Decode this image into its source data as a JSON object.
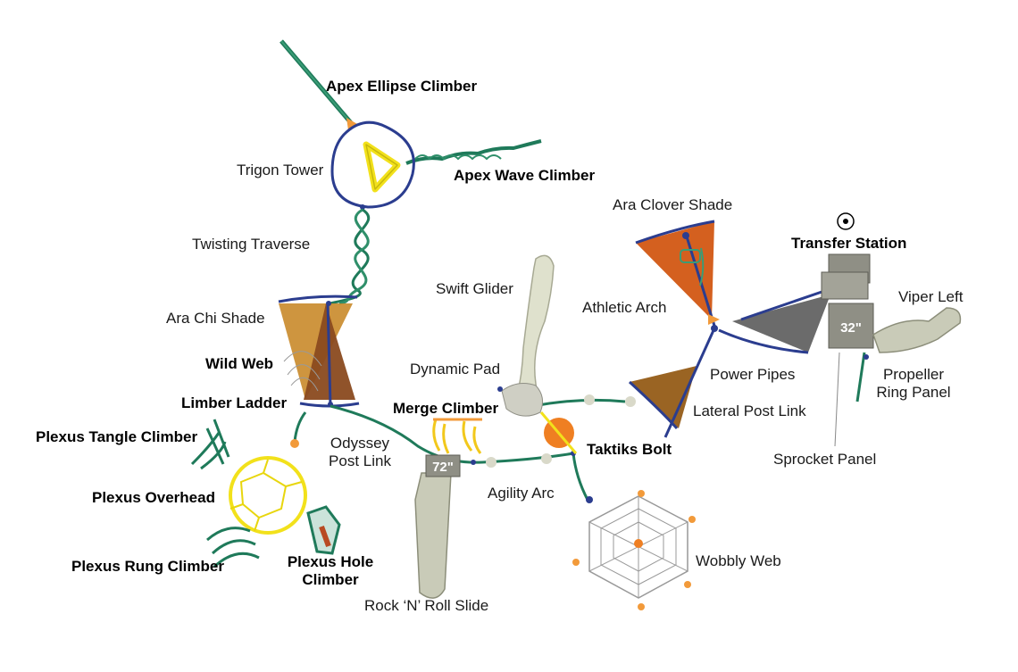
{
  "labels": {
    "apex_ellipse_climber": "Apex Ellipse Climber",
    "trigon_tower": "Trigon Tower",
    "apex_wave_climber": "Apex Wave Climber",
    "twisting_traverse": "Twisting Traverse",
    "ara_chi_shade": "Ara Chi Shade",
    "wild_web": "Wild Web",
    "limber_ladder": "Limber Ladder",
    "plexus_tangle_climber": "Plexus Tangle Climber",
    "plexus_overhead": "Plexus Overhead",
    "plexus_rung_climber": "Plexus Rung Climber",
    "plexus_hole_climber": "Plexus Hole\nClimber",
    "odyssey_post_link": "Odyssey\nPost Link",
    "merge_climber": "Merge Climber",
    "rock_n_roll_slide": "Rock ‘N’ Roll Slide",
    "swift_glider": "Swift Glider",
    "dynamic_pad": "Dynamic Pad",
    "agility_arc": "Agility Arc",
    "taktiks_bolt": "Taktiks Bolt",
    "wobbly_web": "Wobbly Web",
    "ara_clover_shade": "Ara Clover Shade",
    "athletic_arch": "Athletic Arch",
    "lateral_post_link": "Lateral Post Link",
    "power_pipes": "Power Pipes",
    "transfer_station": "Transfer Station",
    "viper_left": "Viper Left",
    "propeller_ring_panel": "Propeller\nRing Panel",
    "sprocket_panel": "Sprocket Panel"
  },
  "heights": {
    "slide_deck": "72\"",
    "transfer_deck": "32\""
  },
  "icons": [
    "accessibility-icon"
  ],
  "colors": {
    "post_blue": "#2b3d8f",
    "rail_green": "#1f7a5a",
    "ring_yellow": "#f2e11b",
    "shade_orange": "#d4601f",
    "shade_brown": "#8a4a1f",
    "shade_gold": "#c98a2a",
    "shade_grey": "#6b6b6b",
    "slide_grey": "#c9cbb8",
    "deck_grey": "#8f8f85",
    "accent_orange": "#f29a3a"
  }
}
